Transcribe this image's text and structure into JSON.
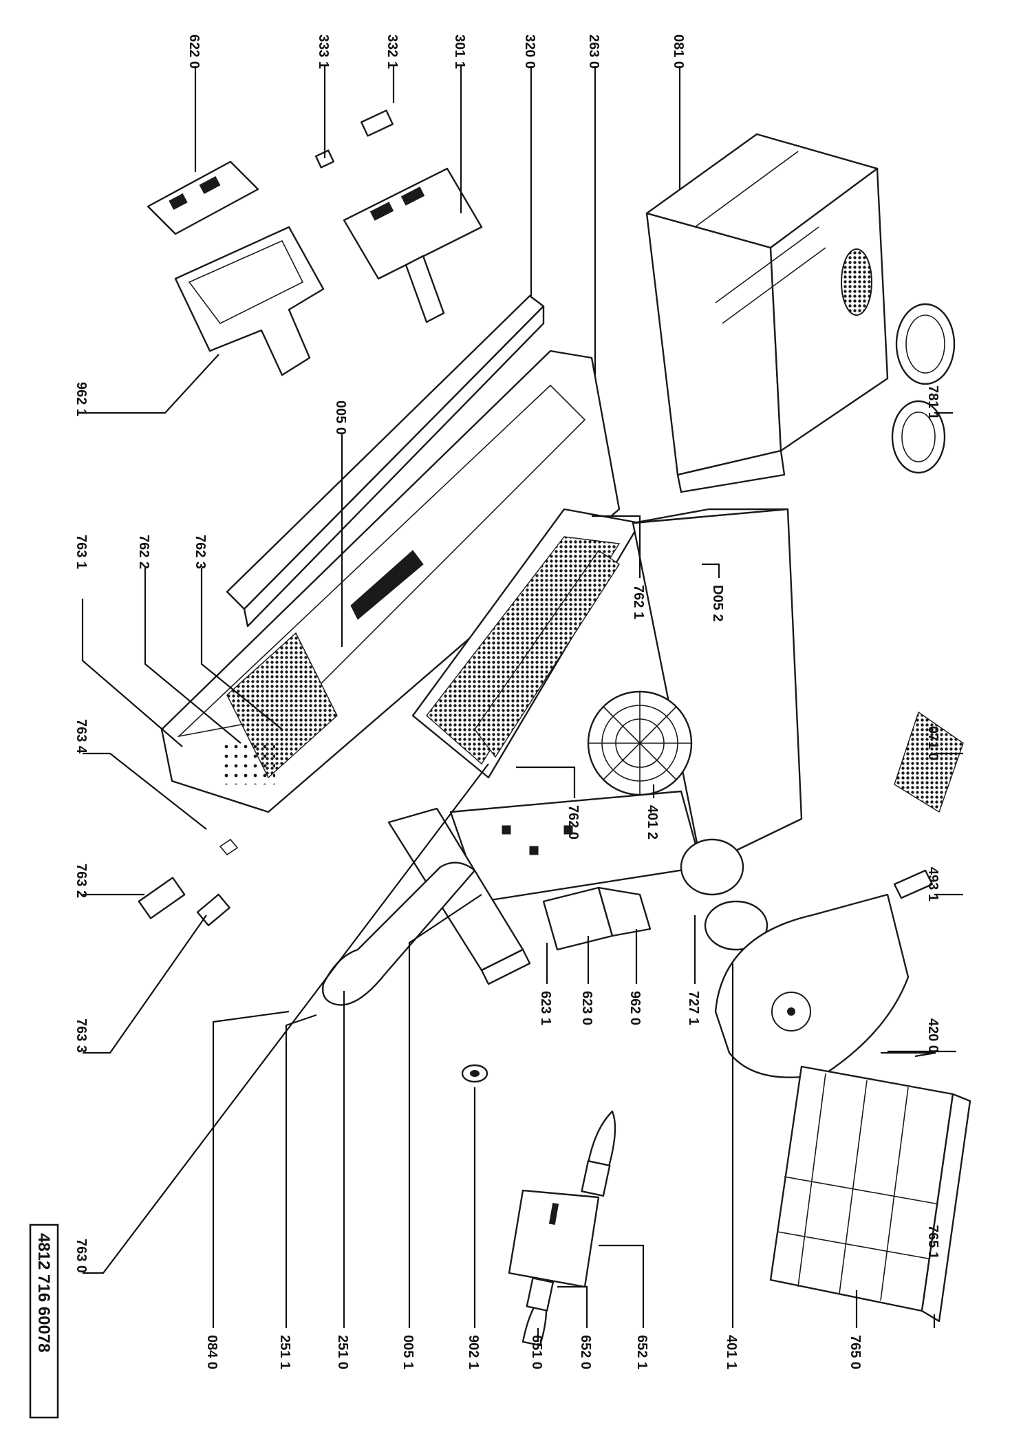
{
  "document_number": "4812 716 60078",
  "part_labels": {
    "p0810": "081 0",
    "p2630": "263 0",
    "p3200": "320 0",
    "p3011": "301 1",
    "p3321": "332 1",
    "p3331": "333 1",
    "p6220": "622 0",
    "p9621": "962 1",
    "p0050": "005 0",
    "p7623": "762 3",
    "p7622": "762 2",
    "p7631": "763 1",
    "p7634": "763 4",
    "p7632": "763 2",
    "p7633": "763 3",
    "p7630": "763 0",
    "p0840": "084 0",
    "p2511": "251 1",
    "p2510": "251 0",
    "p0051": "005 1",
    "p9021": "902 1",
    "p6511": "651 0",
    "p6520": "652 0",
    "p6521": "652 1",
    "p4011": "401 1",
    "p7650": "765 0",
    "p7651": "765 1",
    "p4200": "420 0",
    "p7271": "727 1",
    "p9620": "962 0",
    "p6230": "623 0",
    "p6231": "623 1",
    "p7620": "762 0",
    "p4012": "401 2",
    "p4931": "493 1",
    "p0710": "071 0",
    "p7621": "762 1",
    "pD052": "D05 2",
    "p7811": "781 1"
  }
}
